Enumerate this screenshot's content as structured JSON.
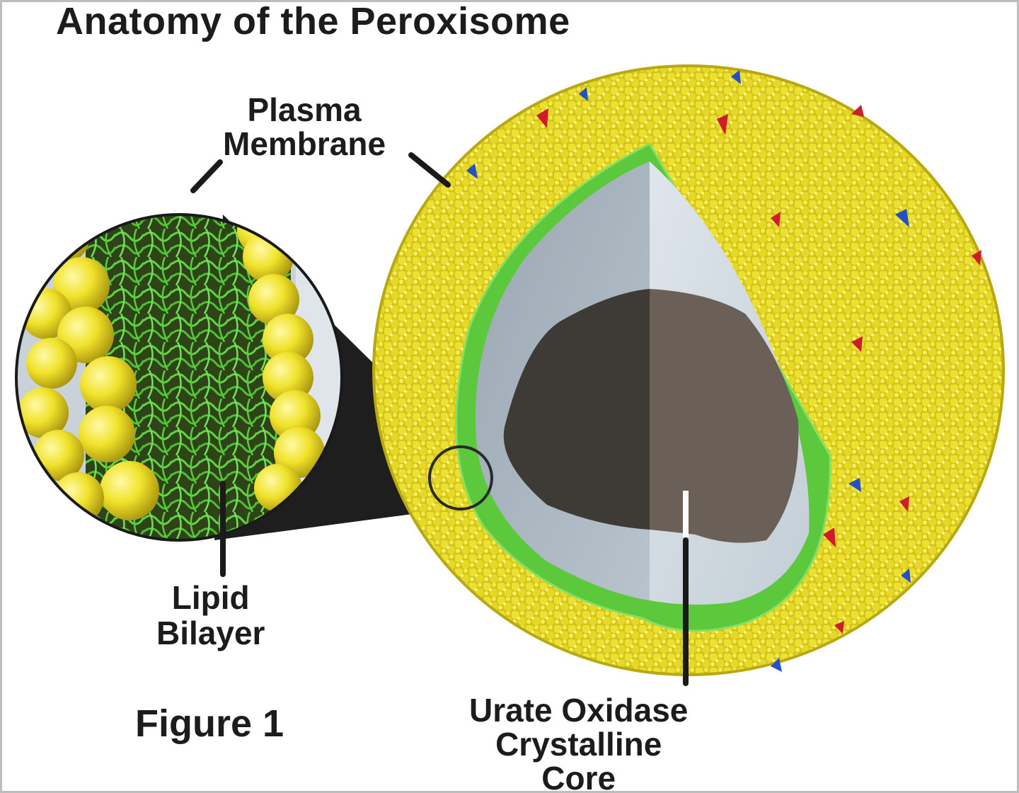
{
  "title": "Anatomy of the Peroxisome",
  "labels": {
    "plasma_membrane": [
      "Plasma",
      "Membrane"
    ],
    "lipid_bilayer": [
      "Lipid",
      "Bilayer"
    ],
    "figure": "Figure 1",
    "core": [
      "Urate Oxidase",
      "Crystalline",
      "Core"
    ]
  },
  "colors": {
    "membrane_outer": "#e1d21c",
    "membrane_highlight": "#f6ec49",
    "bilayer_green": "#5cc93d",
    "inner_matrix": "#bcc7cf",
    "crystalline_core": "#4a4540",
    "protein_red": "#d01b2c",
    "protein_blue": "#2550c8",
    "label_text": "#1c1c1c"
  }
}
